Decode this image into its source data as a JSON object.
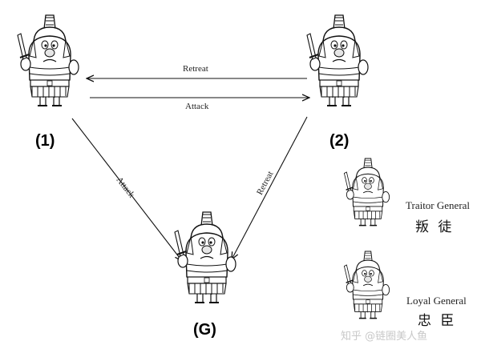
{
  "nodes": {
    "general_1": {
      "label": "(1)",
      "figure": "roman-soldier-icon"
    },
    "general_2": {
      "label": "(2)",
      "figure": "roman-soldier-icon"
    },
    "general_g": {
      "label": "(G)",
      "figure": "roman-soldier-icon"
    }
  },
  "edges": {
    "e2_to_1": {
      "label": "Retreat"
    },
    "e1_to_2": {
      "label": "Attack"
    },
    "e1_to_g": {
      "label": "Attack"
    },
    "e2_to_g": {
      "label": "Retreat"
    }
  },
  "legend": {
    "traitor": {
      "en": "Traitor General",
      "zh": "叛 徒",
      "figure": "traitor-soldier-icon"
    },
    "loyal": {
      "en": "Loyal General",
      "zh": "忠 臣",
      "figure": "loyal-soldier-icon"
    }
  },
  "watermark": {
    "text": "知乎 @链圈美人鱼"
  }
}
